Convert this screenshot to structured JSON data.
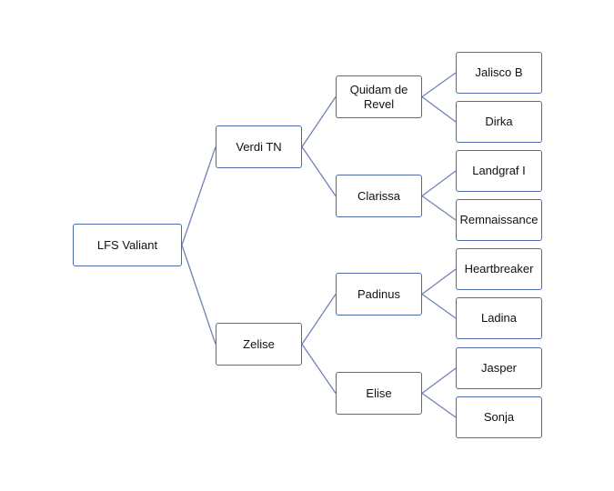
{
  "colors": {
    "box_border": "#4f6aa8",
    "connector": "#7083b8",
    "text": "#111111",
    "background": "#ffffff"
  },
  "pedigree": {
    "root": {
      "name": "LFS Valiant"
    },
    "sire": {
      "name": "Verdi TN"
    },
    "dam": {
      "name": "Zelise"
    },
    "sire_sire": {
      "name": "Quidam de Revel"
    },
    "sire_dam": {
      "name": "Clarissa"
    },
    "dam_sire": {
      "name": "Padinus"
    },
    "dam_dam": {
      "name": "Elise"
    },
    "sire_sire_sire": {
      "name": "Jalisco B"
    },
    "sire_sire_dam": {
      "name": "Dirka"
    },
    "sire_dam_sire": {
      "name": "Landgraf I"
    },
    "sire_dam_dam": {
      "name": "Remnaissance"
    },
    "dam_sire_sire": {
      "name": "Heartbreaker"
    },
    "dam_sire_dam": {
      "name": "Ladina"
    },
    "dam_dam_sire": {
      "name": "Jasper"
    },
    "dam_dam_dam": {
      "name": "Sonja"
    }
  }
}
